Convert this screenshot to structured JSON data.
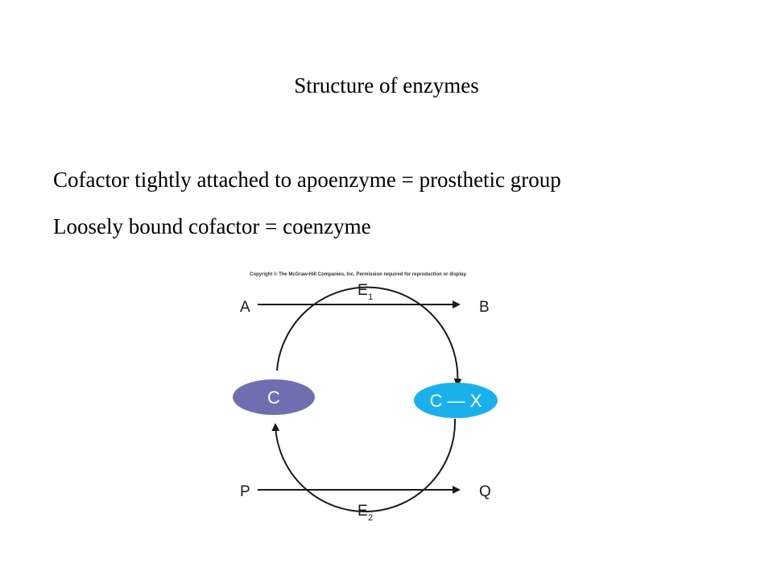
{
  "slide": {
    "title": "Structure of enzymes",
    "lines": [
      "Cofactor tightly attached to apoenzyme = prosthetic group",
      "Loosely bound cofactor = coenzyme"
    ]
  },
  "diagram": {
    "copyright": "Copyright © The McGraw-Hill Companies, Inc. Permission required for reproduction or display.",
    "top_reaction": {
      "substrate": "A",
      "product": "B",
      "enzyme": "E",
      "enzyme_subscript": "1"
    },
    "bottom_reaction": {
      "substrate": "P",
      "product": "Q",
      "enzyme": "E",
      "enzyme_subscript": "2"
    },
    "cofactor_free": {
      "label": "C",
      "color": "#6e6eb0"
    },
    "cofactor_bound": {
      "label": "C — X",
      "color": "#1ab0ec"
    },
    "arrow_color": "#1a1a1a"
  }
}
